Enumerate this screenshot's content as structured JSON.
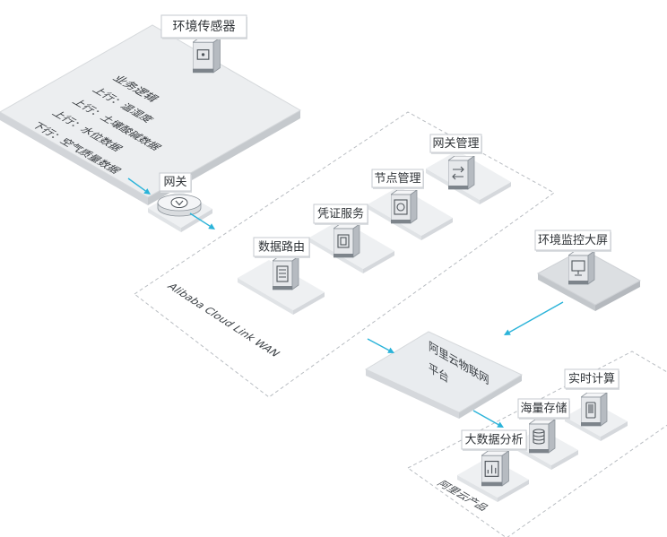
{
  "labels": {
    "sensor": "环境传感器",
    "gateway": "网关",
    "data_routing": "数据路由",
    "credential_service": "凭证服务",
    "node_management": "节点管理",
    "gateway_management": "网关管理",
    "monitor_screen": "环境监控大屏",
    "realtime_compute": "实时计算",
    "mass_storage": "海量存储",
    "big_data_analysis": "大数据分析"
  },
  "business_logic": {
    "title": "业务逻辑",
    "lines": [
      "上行：温湿度",
      "上行：土壤酸碱数据",
      "上行：水位数据",
      "下行：空气质量数据"
    ]
  },
  "regions": {
    "link_wan": "Alibaba Cloud Link WAN",
    "iot_platform_line1": "阿里云物联网",
    "iot_platform_line2": "平台",
    "cloud_products": "阿里云产品"
  },
  "icons": {
    "sensor": "sensor-device-icon",
    "gateway": "gateway-device-icon",
    "data_routing": "routing-server-icon",
    "credential_service": "credential-server-icon",
    "node_management": "node-server-icon",
    "gateway_management": "gateway-management-server-icon",
    "monitor_screen": "monitor-screen-icon",
    "realtime_compute": "realtime-compute-icon",
    "mass_storage": "storage-icon",
    "big_data_analysis": "big-data-analysis-icon"
  },
  "colors": {
    "arrow": "#2ab3d9",
    "slab": "#eceef0",
    "label_border": "#c6cacf",
    "text": "#2f3337"
  }
}
